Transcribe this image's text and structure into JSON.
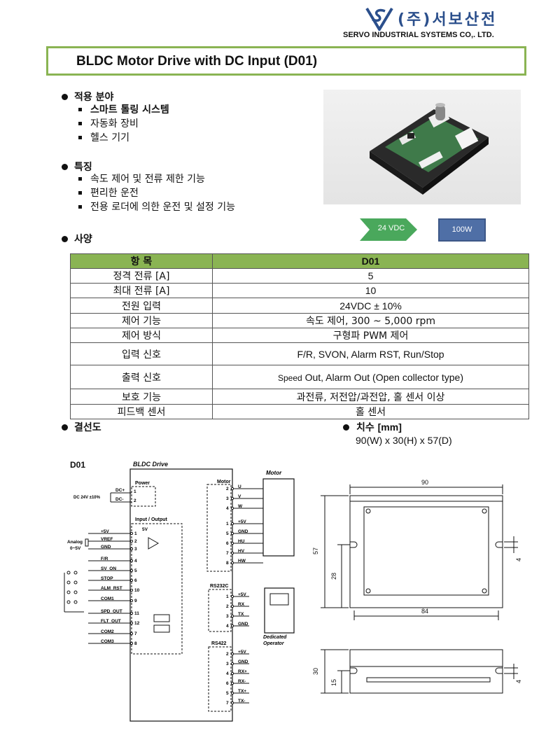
{
  "header": {
    "company_kor": "(주)서보산전",
    "company_eng": "SERVO INDUSTRIAL SYSTEMS CO,. LTD."
  },
  "title": "BLDC Motor Drive with DC Input (D01)",
  "application": {
    "heading": "적용 분야",
    "items": [
      "스마트 톨링 시스템",
      "자동화 장비",
      "헬스 기기"
    ]
  },
  "features": {
    "heading": "특징",
    "items": [
      "속도 제어 및 전류 제한 기능",
      "편리한 운전",
      "전용 로더에 의한 운전 및 설정 기능"
    ]
  },
  "badges": {
    "voltage": "24 VDC",
    "power": "100W"
  },
  "spec": {
    "heading": "사양",
    "col_item": "항 목",
    "col_model": "D01",
    "rows": [
      {
        "k": "정격 전류 [A]",
        "v": "5"
      },
      {
        "k": "최대 전류 [A]",
        "v": "10"
      },
      {
        "k": "전원 입력",
        "v": "24VDC ± 10%"
      },
      {
        "k": "제어 기능",
        "v": "속도 제어,  300 ~ 5,000 rpm"
      },
      {
        "k": "제어 방식",
        "v": "구형파 PWM 제어"
      },
      {
        "k": "입력 신호",
        "v": "F/R, SVON, Alarm RST, Run/Stop"
      },
      {
        "k": "출력 신호",
        "v_small": "Speed",
        "v": " Out, Alarm Out (Open collector type)"
      },
      {
        "k": "보호 기능",
        "v": "과전류, 저전압/과전압, 홀 센서 이상"
      },
      {
        "k": "피드백 센서",
        "v": "홀 센서"
      }
    ]
  },
  "wiring": {
    "heading": "결선도",
    "model": "D01",
    "drive": "BLDC Drive",
    "power_block": "Power",
    "io_block": "Input / Output",
    "motor_block": "Motor",
    "motor_label": "Motor",
    "rs232_block": "RS232C",
    "rs422_block": "RS422",
    "dc_in": "DC 24V ±10%",
    "dc_plus": "DC+",
    "dc_minus": "DC-",
    "analog": "Analog",
    "analog_range": "0~5V",
    "v5": "5V",
    "operator_1": "Dedicated",
    "operator_2": "Operator",
    "io_pins": [
      {
        "n": "1",
        "label": "+5V"
      },
      {
        "n": "2",
        "label": "VREF"
      },
      {
        "n": "3",
        "label": "GND"
      },
      {
        "n": "4",
        "label": "F/R"
      },
      {
        "n": "5",
        "label": "SV_ON"
      },
      {
        "n": "6",
        "label": "STOP"
      },
      {
        "n": "10",
        "label": "ALM_RST"
      },
      {
        "n": "9",
        "label": "COM1"
      },
      {
        "n": "11",
        "label": "SPD_OUT"
      },
      {
        "n": "12",
        "label": "FLT_OUT"
      },
      {
        "n": "7",
        "label": "COM2"
      },
      {
        "n": "8",
        "label": "COM3"
      }
    ],
    "motor_pins": [
      {
        "n": "2",
        "label": "U"
      },
      {
        "n": "3",
        "label": "V"
      },
      {
        "n": "4",
        "label": "W"
      },
      {
        "n": "1",
        "label": "+5V"
      },
      {
        "n": "5",
        "label": "GND"
      },
      {
        "n": "6",
        "label": "HU"
      },
      {
        "n": "7",
        "label": "HV"
      },
      {
        "n": "8",
        "label": "HW"
      }
    ],
    "rs232_pins": [
      {
        "n": "1",
        "label": "+5V"
      },
      {
        "n": "2",
        "label": "RX"
      },
      {
        "n": "3",
        "label": "TX"
      },
      {
        "n": "4",
        "label": "GND"
      }
    ],
    "rs422_pins": [
      {
        "n": "2",
        "label": "+5V"
      },
      {
        "n": "3",
        "label": "GND"
      },
      {
        "n": "4",
        "label": "RX+"
      },
      {
        "n": "6",
        "label": "RX-"
      },
      {
        "n": "5",
        "label": "TX+"
      },
      {
        "n": "7",
        "label": "TX-"
      }
    ]
  },
  "dimensions": {
    "heading": "치수",
    "unit": "[mm]",
    "value": "90(W) x 30(H) x 57(D)",
    "labels": {
      "width": "90",
      "depth": "57",
      "hole_y": "28",
      "hole_x": "84",
      "slot": "4",
      "height": "30",
      "mid": "15",
      "slot2": "4"
    }
  }
}
